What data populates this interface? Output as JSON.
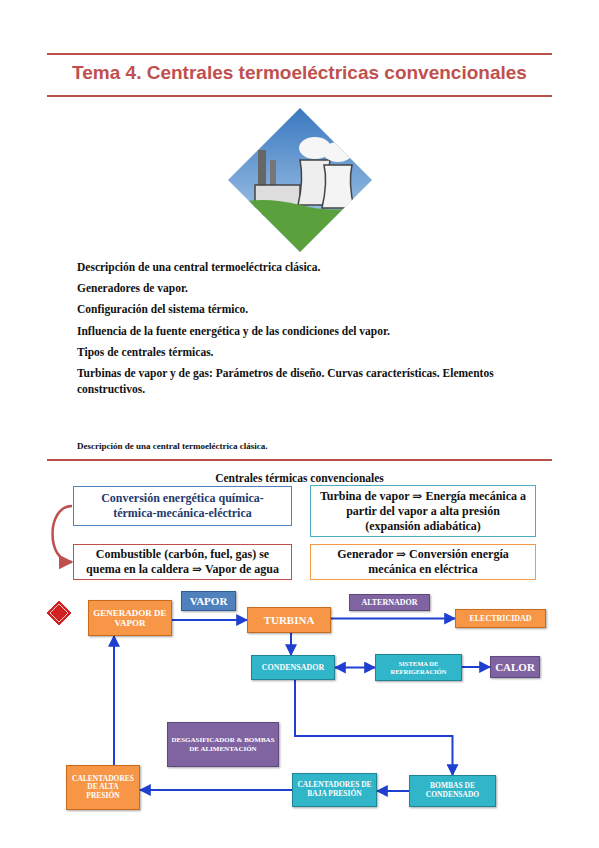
{
  "diagram": {
    "title": "Tema 4. Centrales termoeléctricas convencionales",
    "nodes": [
      {
        "text": [
          "Conversión energética química-térmica-mecánica-eléctrica"
        ]
      },
      {
        "text": [
          "Turbina de vapor ⇒ Energía mecánica a partir del vapor a alta presión (expansión adiabática)"
        ]
      },
      {
        "text": [
          "Combustible (carbón, fuel, gas) se quema en la caldera ⇒ Vapor de agua"
        ]
      },
      {
        "text": [
          "Generador ⇒ Conversión energía mecánica en eléctrica"
        ]
      },
      {
        "text": [
          "GENERADOR DE VAPOR"
        ]
      },
      {
        "text": [
          "VAPOR"
        ]
      },
      {
        "text": [
          "ALTERNADOR"
        ]
      },
      {
        "text": [
          "TURBINA"
        ]
      },
      {
        "text": [
          "ELECTRICIDAD"
        ]
      },
      {
        "text": [
          "CONDENSADOR"
        ]
      },
      {
        "text": [
          "SISTEMA DE REFRIGERACIÓN"
        ]
      },
      {
        "text": [
          "CALOR"
        ]
      },
      {
        "text": [
          "DESGASIFICADOR & BOMBAS DE ALIMENTACIÓN"
        ]
      },
      {
        "text": [
          "CALENTADORES DE ALTA PRESIÓN"
        ]
      },
      {
        "text": [
          "CALENTADORES DE BAJA PRESIÓN"
        ]
      },
      {
        "text": [
          "BOMBAS DE CONDENSADO"
        ]
      }
    ],
    "edges": [
      {
        "from": 0,
        "to": 2,
        "arrow": "to"
      },
      {
        "from": 4,
        "to": 7,
        "arrow": "to"
      },
      {
        "from": 7,
        "to": 8,
        "arrow": "to"
      },
      {
        "from": 7,
        "to": 9,
        "arrow": "to"
      },
      {
        "from": 9,
        "to": 10,
        "arrow": "both"
      },
      {
        "from": 10,
        "to": 11,
        "arrow": "to"
      },
      {
        "from": 9,
        "to": 15,
        "arrow": "to"
      },
      {
        "from": 15,
        "to": 14,
        "arrow": "to"
      },
      {
        "from": 14,
        "to": 13,
        "arrow": "to"
      },
      {
        "from": 13,
        "to": 4,
        "arrow": "to"
      }
    ],
    "labels": [
      "Descripción de una central termoeléctrica clásica.",
      "Generadores de vapor.",
      "Configuración del sistema térmico.",
      "Influencia de la fuente energética y de las condiciones del vapor.",
      "Tipos de centrales térmicas.",
      "Turbinas de vapor y de gas: Parámetros de diseño. Curvas características. Elementos constructivos.",
      "Descripción de una central termoeléctrica clásica.",
      "Centrales térmicas convencionales"
    ]
  }
}
